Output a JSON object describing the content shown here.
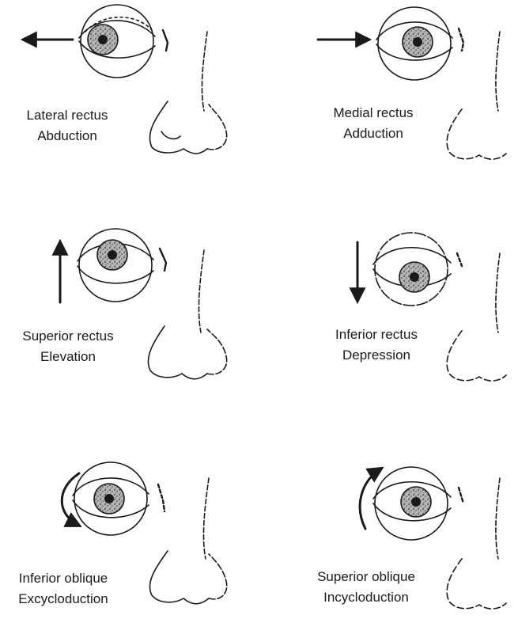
{
  "colors": {
    "ink": "#1a1a1a",
    "background": "#ffffff",
    "iris_fill": "#9a9a9a"
  },
  "panels": [
    {
      "muscle": "Lateral rectus",
      "action": "Abduction",
      "arrow": "left-arrow-icon"
    },
    {
      "muscle": "Medial rectus",
      "action": "Adduction",
      "arrow": "right-arrow-icon"
    },
    {
      "muscle": "Superior rectus",
      "action": "Elevation",
      "arrow": "up-arrow-icon"
    },
    {
      "muscle": "Inferior rectus",
      "action": "Depression",
      "arrow": "down-arrow-icon"
    },
    {
      "muscle": "Inferior oblique",
      "action": "Excycloduction",
      "arrow": "counterclockwise-arrow-icon"
    },
    {
      "muscle": "Superior oblique",
      "action": "Incycloduction",
      "arrow": "clockwise-arrow-icon"
    }
  ]
}
